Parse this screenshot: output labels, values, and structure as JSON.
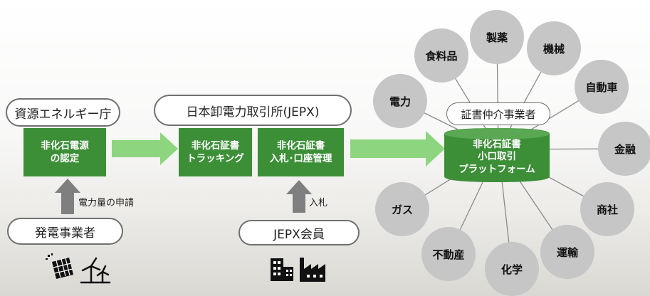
{
  "agency": "資源エネルギー庁",
  "jepx": "日本卸電力取引所(JEPX)",
  "generator": "発電事業者",
  "jepx_member": "JEPX会員",
  "cert_source_box": [
    "非化石電源",
    "の認定"
  ],
  "tracking_box": [
    "非化石証書",
    "トラッキング"
  ],
  "bidding_box": [
    "非化石証書",
    "入札･口座管理"
  ],
  "platform_box": [
    "非化石証書",
    "小口取引",
    "プラットフォーム"
  ],
  "broker": "証書仲介事業者",
  "request_label": "電力量の申請",
  "bid_label": "入札",
  "buyers": [
    "電力",
    "食料品",
    "製薬",
    "機械",
    "自動車",
    "金融",
    "商社",
    "運輸",
    "化学",
    "不動産",
    "ガス"
  ],
  "colors": {
    "green": "#3c8f37",
    "light_green": "#8dd67f",
    "gray_circle": "#c6c6c6",
    "arrow_gray": "#7f7f7f"
  }
}
